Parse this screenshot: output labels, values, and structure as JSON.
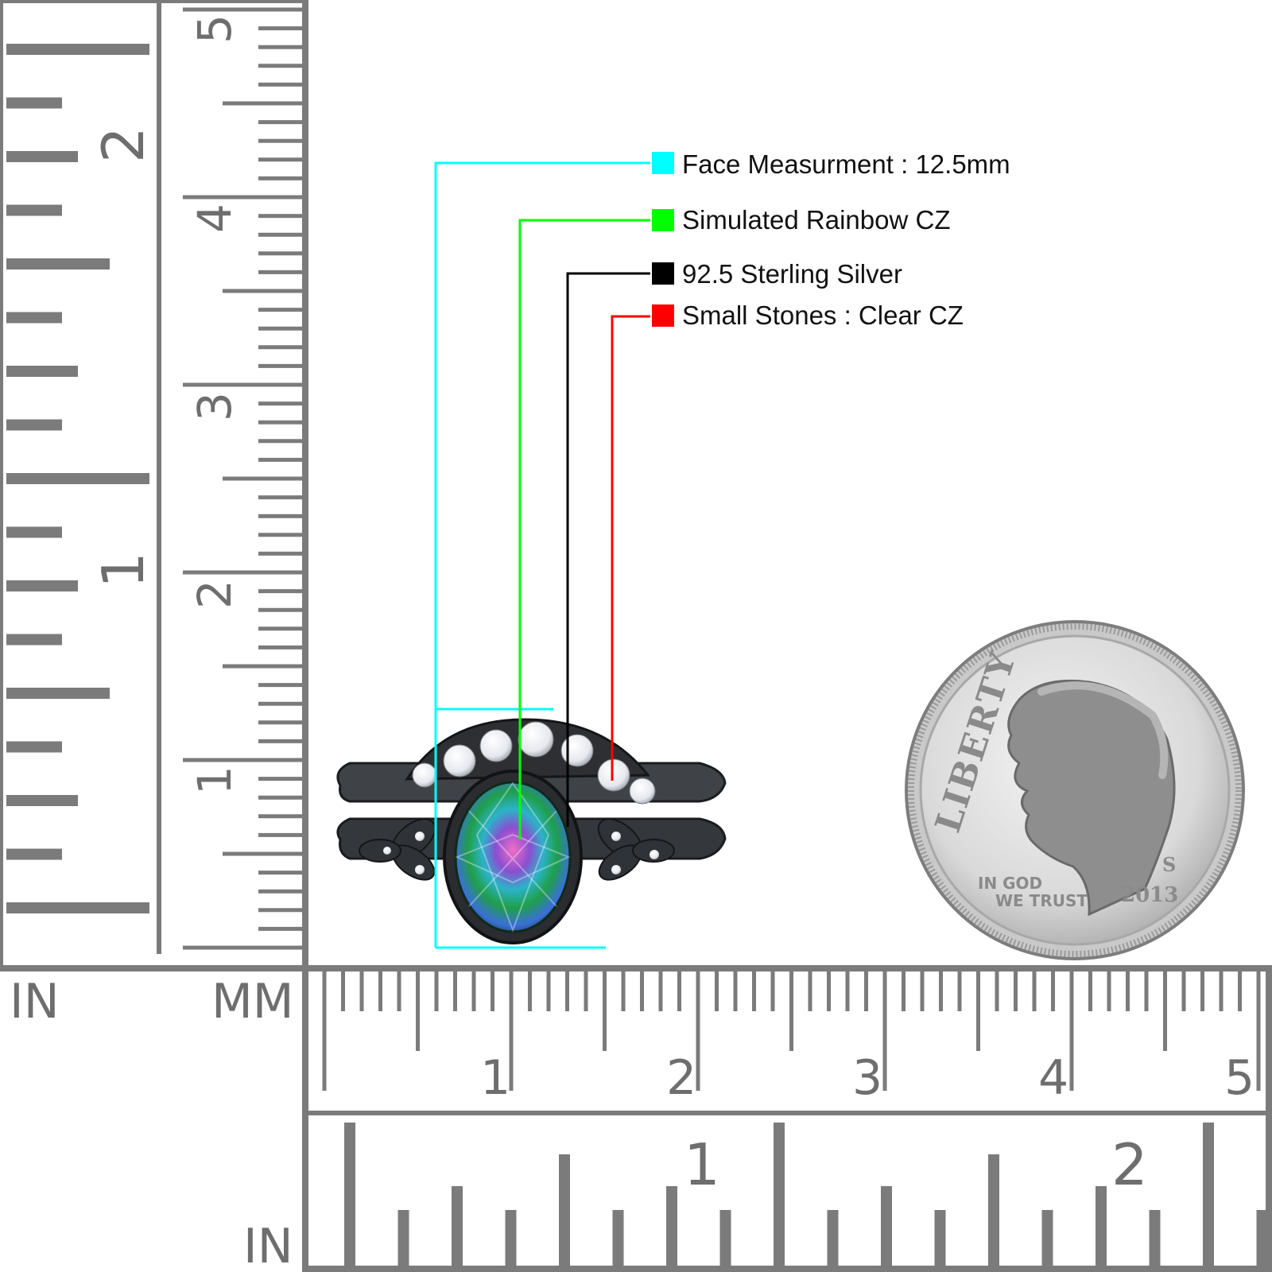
{
  "legend": [
    {
      "label": "Face Measurment : 12.5mm",
      "color": "#00ffff"
    },
    {
      "label": "Simulated Rainbow CZ",
      "color": "#00ff00"
    },
    {
      "label": "92.5 Sterling Silver",
      "color": "#000000"
    },
    {
      "label": "Small Stones : Clear CZ",
      "color": "#ff0000"
    }
  ],
  "rulers": {
    "left_unit_in": "IN",
    "left_unit_mm": "MM",
    "bottom_unit_in": "IN",
    "vertical_mm_numbers": [
      "5",
      "4",
      "3",
      "2",
      "1"
    ],
    "vertical_in_numbers": [
      "2",
      "1"
    ],
    "horizontal_mm_numbers": [
      "1",
      "2",
      "3",
      "4",
      "5"
    ],
    "horizontal_in_numbers": [
      "1",
      "2"
    ]
  },
  "coin": {
    "legend_text": "LIBERTY",
    "motto_line1": "IN GOD",
    "motto_line2": "WE TRUST",
    "year": "2013",
    "mint_mark": "S"
  },
  "colors": {
    "ruler_gray": "#7b7b7b",
    "ring_metal": "#3c3f44",
    "cyan": "#00ffff",
    "green": "#00ff00",
    "black": "#000000",
    "red": "#ff0000"
  }
}
